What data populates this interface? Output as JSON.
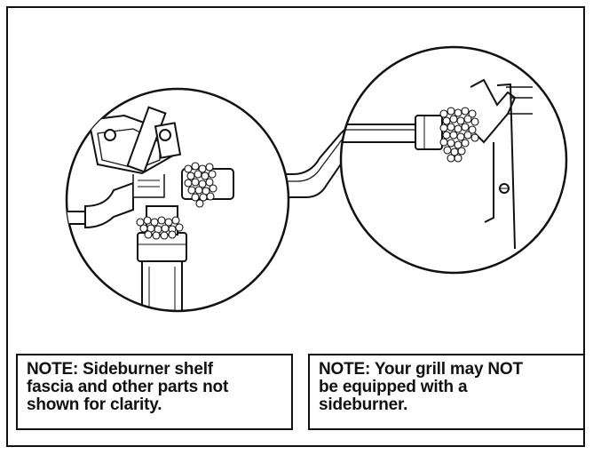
{
  "notes": {
    "left": {
      "lines": [
        "NOTE: Sideburner shelf",
        "fascia and other parts not",
        "shown for clarity."
      ]
    },
    "right": {
      "lines": [
        "NOTE: Your grill may NOT",
        "be equipped with a",
        "sideburner."
      ]
    }
  },
  "colors": {
    "ink": "#111111",
    "paper": "#ffffff"
  }
}
